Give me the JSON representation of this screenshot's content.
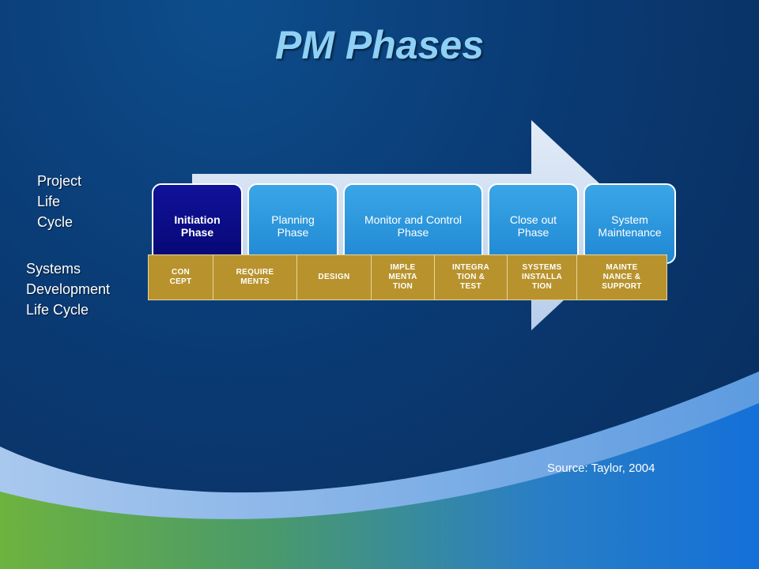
{
  "slide": {
    "title": "PM Phases",
    "pm_label": [
      "Project",
      "Life",
      "Cycle"
    ],
    "sdlc_label": [
      "Systems",
      "Development",
      "Life Cycle"
    ],
    "source": "Source: Taylor, 2004"
  },
  "pm_phases": [
    {
      "label": "Initiation\nPhase",
      "active": true
    },
    {
      "label": "Planning\nPhase",
      "active": false
    },
    {
      "label": "Monitor and Control\nPhase",
      "active": false
    },
    {
      "label": "Close out\nPhase",
      "active": false
    },
    {
      "label": "System\nMaintenance",
      "active": false
    }
  ],
  "sdlc_stages": [
    {
      "label": "CON\nCEPT"
    },
    {
      "label": "REQUIRE\nMENTS"
    },
    {
      "label": "DESIGN"
    },
    {
      "label": "IMPLE\nMENTA\nTION"
    },
    {
      "label": "INTEGRA\nTION &\nTEST"
    },
    {
      "label": "SYSTEMS\nINSTALLA\nTION"
    },
    {
      "label": "MAINTE\nNANCE &\nSUPPORT"
    }
  ],
  "colors": {
    "title": "#8fd0f5",
    "phase_fill": "#2896dc",
    "phase_active_fill": "#0a0c85",
    "arrow_fill": "#cfdef2",
    "sdlc_fill": "#b8932d",
    "wave_green": "#6db33f",
    "wave_blue": "#1f78d1"
  }
}
